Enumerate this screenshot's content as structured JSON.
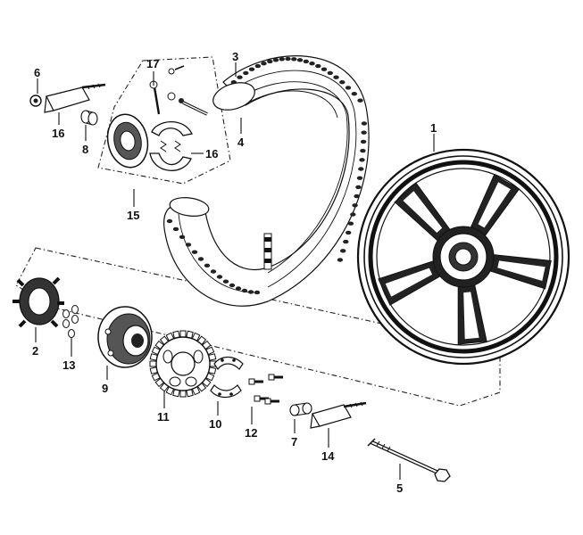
{
  "diagram": {
    "callouts": [
      {
        "id": "1",
        "label": "1"
      },
      {
        "id": "2",
        "label": "2"
      },
      {
        "id": "3",
        "label": "3"
      },
      {
        "id": "4",
        "label": "4"
      },
      {
        "id": "5",
        "label": "5"
      },
      {
        "id": "6",
        "label": "6"
      },
      {
        "id": "7",
        "label": "7"
      },
      {
        "id": "8",
        "label": "8"
      },
      {
        "id": "9",
        "label": "9"
      },
      {
        "id": "10",
        "label": "10"
      },
      {
        "id": "11",
        "label": "11"
      },
      {
        "id": "12",
        "label": "12"
      },
      {
        "id": "13",
        "label": "13"
      },
      {
        "id": "14",
        "label": "14"
      },
      {
        "id": "15",
        "label": "15"
      },
      {
        "id": "16a",
        "label": "16"
      },
      {
        "id": "16b",
        "label": "16"
      },
      {
        "id": "17",
        "label": "17"
      }
    ],
    "colors": {
      "line": "#111111",
      "background": "#ffffff"
    }
  }
}
